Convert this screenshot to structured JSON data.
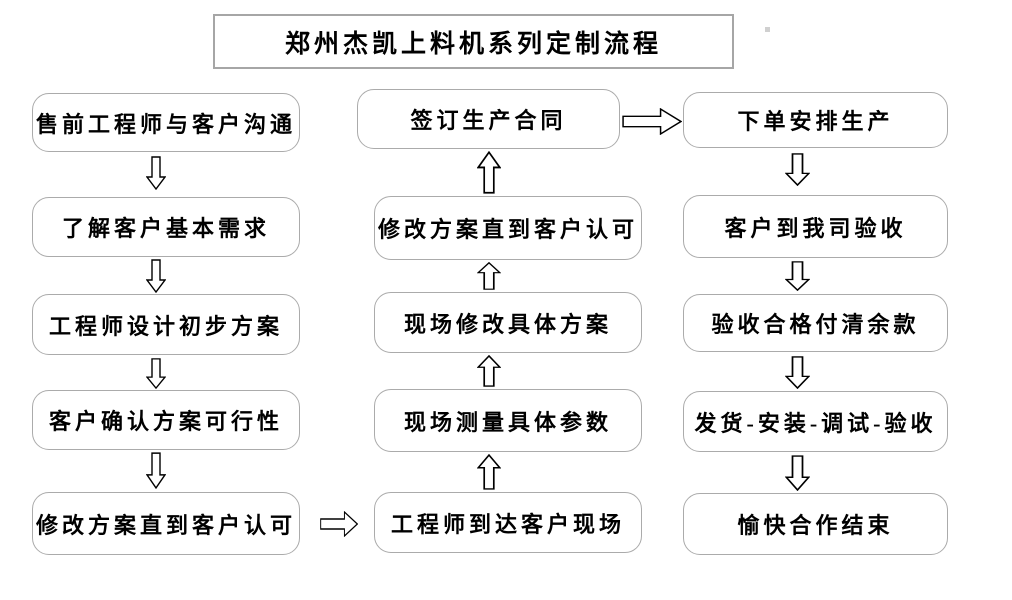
{
  "title": "郑州杰凯上料机系列定制流程",
  "flow": {
    "left": [
      "售前工程师与客户沟通",
      "了解客户基本需求",
      "工程师设计初步方案",
      "客户确认方案可行性",
      "修改方案直到客户认可"
    ],
    "middle": [
      "签订生产合同",
      "修改方案直到客户认可",
      "现场修改具体方案",
      "现场测量具体参数",
      "工程师到达客户现场"
    ],
    "right": [
      "下单安排生产",
      "客户到我司验收",
      "验收合格付清余款",
      "发货-安装-调试-验收",
      "愉快合作结束"
    ]
  },
  "colors": {
    "background": "#ffffff",
    "box_border": "#ababab",
    "box_fill": "#ffffff",
    "title_border": "#a6a6a6",
    "text": "#000000",
    "arrow_outline": "#000000",
    "arrow_fill": "#ffffff"
  }
}
